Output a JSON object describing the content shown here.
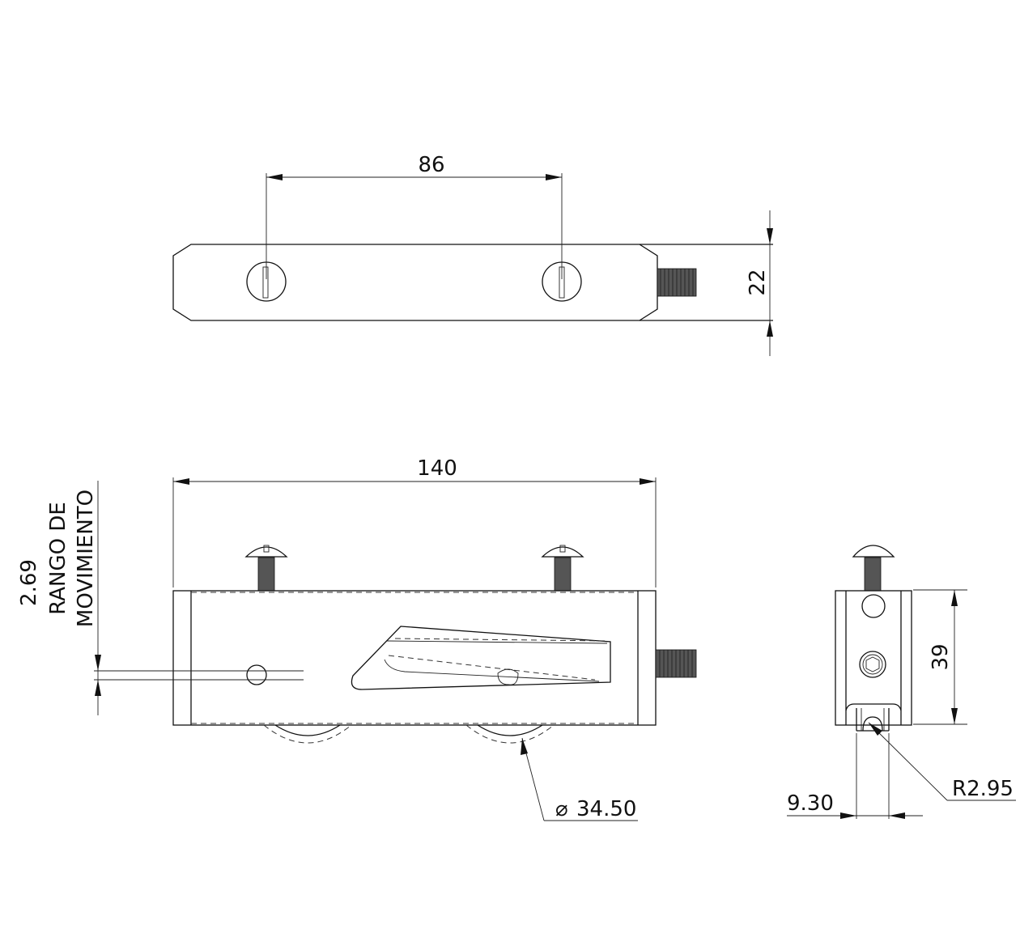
{
  "drawing": {
    "top_view": {
      "dim_hole_spacing": "86",
      "dim_height": "22"
    },
    "front_view": {
      "dim_length": "140",
      "range_value": "2.69",
      "range_label_line1": "RANGO DE",
      "range_label_line2": "MOVIMIENTO",
      "wheel_diameter_symbol": "⌀",
      "wheel_diameter": "34.50"
    },
    "side_view": {
      "dim_height": "39",
      "dim_groove_width": "9.30",
      "dim_radius": "R2.95"
    }
  },
  "colors": {
    "line": "#111111",
    "background": "#ffffff"
  }
}
